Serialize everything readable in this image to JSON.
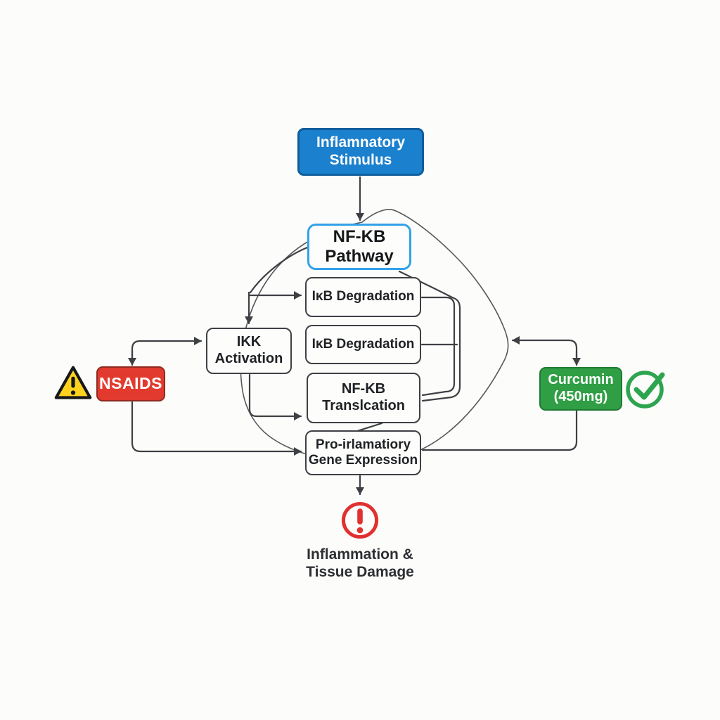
{
  "diagram": {
    "nodes": {
      "stimulus": {
        "lines": [
          "Inflamnatory",
          "Stimulus"
        ]
      },
      "pathway": {
        "lines": [
          "NF-KB",
          "Pathway"
        ]
      },
      "ikb_degradation_1": {
        "label": "IκB Degradation"
      },
      "ikb_degradation_2": {
        "label": "IκB Degradation"
      },
      "ikk_activation": {
        "lines": [
          "IKK",
          "Activation"
        ]
      },
      "nfkb_translocation": {
        "lines": [
          "NF-KB",
          "Translcation"
        ]
      },
      "gene_expression": {
        "lines": [
          "Pro-irlamatiory",
          "Gene Expression"
        ]
      },
      "nsaids": {
        "label": "NSAIDS"
      },
      "curcumin": {
        "lines": [
          "Curcumin",
          "(450mg)"
        ]
      },
      "outcome": {
        "lines": [
          "Inflammation &",
          "Tissue Damage"
        ]
      }
    },
    "icons": {
      "warning": "warning-triangle",
      "approval": "check-circle",
      "danger": "alert-exclamation-circle"
    },
    "colors": {
      "stimulus_fill": "#1b80cd",
      "pathway_border": "#33a1ea",
      "nsaids_fill": "#e23a2e",
      "curcumin_fill": "#2f9e44",
      "warning_yellow": "#ffd21e",
      "success_green": "#2da44e",
      "alert_red": "#e03131",
      "line": "#3e4044",
      "background": "#fcfcfa"
    }
  }
}
